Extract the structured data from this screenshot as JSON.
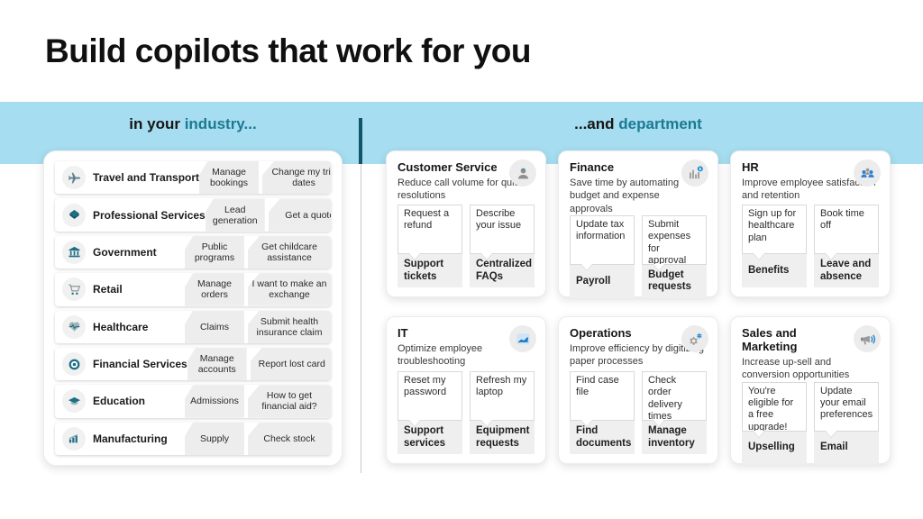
{
  "slide": {
    "title": "Build copilots that work for you"
  },
  "headers": {
    "left": {
      "prefix": "in your ",
      "accent": "industry..."
    },
    "right": {
      "prefix": "...and ",
      "accent": "department"
    }
  },
  "colors": {
    "band": "#A6DDF0",
    "accent_teal": "#1B7A93",
    "divider_teal": "#11556B",
    "accent_blue": "#1E88D2"
  },
  "industry": {
    "rows": [
      {
        "icon": "airplane-icon",
        "label": "Travel and Transport",
        "chips": [
          "Manage bookings",
          "Change my trip dates"
        ]
      },
      {
        "icon": "briefcase-icon",
        "label": "Professional Services",
        "chips": [
          "Lead generation",
          "Get a quote"
        ]
      },
      {
        "icon": "bank-icon",
        "label": "Government",
        "chips": [
          "Public programs",
          "Get childcare assistance"
        ]
      },
      {
        "icon": "shopping-cart-icon",
        "label": "Retail",
        "chips": [
          "Manage orders",
          "I want to make an exchange"
        ]
      },
      {
        "icon": "heart-pulse-icon",
        "label": "Healthcare",
        "chips": [
          "Claims",
          "Submit health insurance claim"
        ]
      },
      {
        "icon": "coin-icon",
        "label": "Financial Services",
        "chips": [
          "Manage accounts",
          "Report lost card"
        ]
      },
      {
        "icon": "graduation-cap-icon",
        "label": "Education",
        "chips": [
          "Admissions",
          "How to get financial aid?"
        ]
      },
      {
        "icon": "bar-chart-icon",
        "label": "Manufacturing",
        "chips": [
          "Supply",
          "Check stock"
        ]
      }
    ]
  },
  "departments": {
    "cards": [
      {
        "icon": "person-icon",
        "title": "Customer Service",
        "description": "Reduce call volume for quick resolutions",
        "bubbles": [
          "Request a refund",
          "Describe your issue"
        ],
        "tags": [
          "Support tickets",
          "Centralized FAQs"
        ]
      },
      {
        "icon": "finance-chart-icon",
        "title": "Finance",
        "description": "Save time by automating budget and expense approvals",
        "bubbles": [
          "Update tax information",
          "Submit expenses for approval"
        ],
        "tags": [
          "Payroll",
          "Budget requests"
        ]
      },
      {
        "icon": "people-group-icon",
        "title": "HR",
        "description": "Improve employee satisfaction and retention",
        "bubbles": [
          "Sign up for healthcare plan",
          "Book time off"
        ],
        "tags": [
          "Benefits",
          "Leave and absence"
        ]
      },
      {
        "icon": "trend-chart-icon",
        "title": "IT",
        "description": "Optimize employee troubleshooting",
        "bubbles": [
          "Reset my password",
          "Refresh my laptop"
        ],
        "tags": [
          "Support services",
          "Equipment requests"
        ]
      },
      {
        "icon": "gears-icon",
        "title": "Operations",
        "description": "Improve efficiency by digitizing paper processes",
        "bubbles": [
          "Find case file",
          "Check order delivery times"
        ],
        "tags": [
          "Find documents",
          "Manage inventory"
        ]
      },
      {
        "icon": "megaphone-icon",
        "title": "Sales and Marketing",
        "description": "Increase up-sell and conversion opportunities",
        "bubbles": [
          "You're eligible for a free upgrade!",
          "Update your email preferences"
        ],
        "tags": [
          "Upselling",
          "Email"
        ]
      }
    ]
  }
}
